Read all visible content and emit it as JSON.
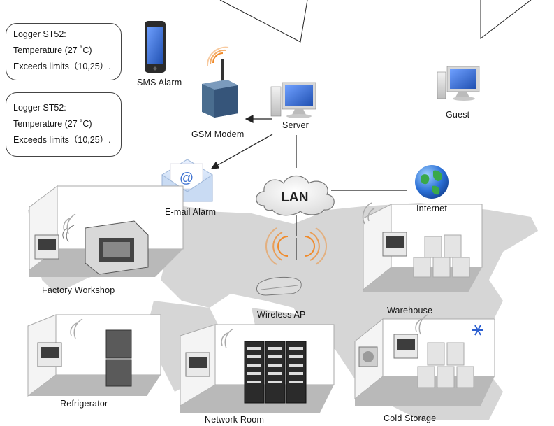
{
  "alerts": [
    {
      "line1": "Logger ST52:",
      "line2": "Temperature (27 ˚C)",
      "line3": "Exceeds limits（10,25）."
    },
    {
      "line1": "Logger ST52:",
      "line2": "Temperature (27 ˚C)",
      "line3": "Exceeds limits（10,25）."
    }
  ],
  "nodes": {
    "sms_alarm": "SMS Alarm",
    "gsm_modem": "GSM Modem",
    "server": "Server",
    "guest": "Guest",
    "email_alarm": "E-mail Alarm",
    "lan": "LAN",
    "internet": "Internet",
    "wireless_ap": "Wireless AP"
  },
  "locations": {
    "factory": "Factory Workshop",
    "warehouse": "Warehouse",
    "refrigerator": "Refrigerator",
    "network_room": "Network Room",
    "cold_storage": "Cold Storage"
  },
  "colors": {
    "map_gray": "#c9c9c9",
    "room_floor": "#b9b9b9",
    "signal_orange": "#f08a2a",
    "screen_blue": "#3a6fd0",
    "globe_blue": "#2a6fd6",
    "globe_green": "#3aa84a"
  },
  "icons": [
    "phone-icon",
    "gsm-modem-icon",
    "computer-icon",
    "email-icon",
    "cloud-icon",
    "globe-icon",
    "wireless-ap-icon",
    "logger-icon",
    "snowflake-icon"
  ]
}
